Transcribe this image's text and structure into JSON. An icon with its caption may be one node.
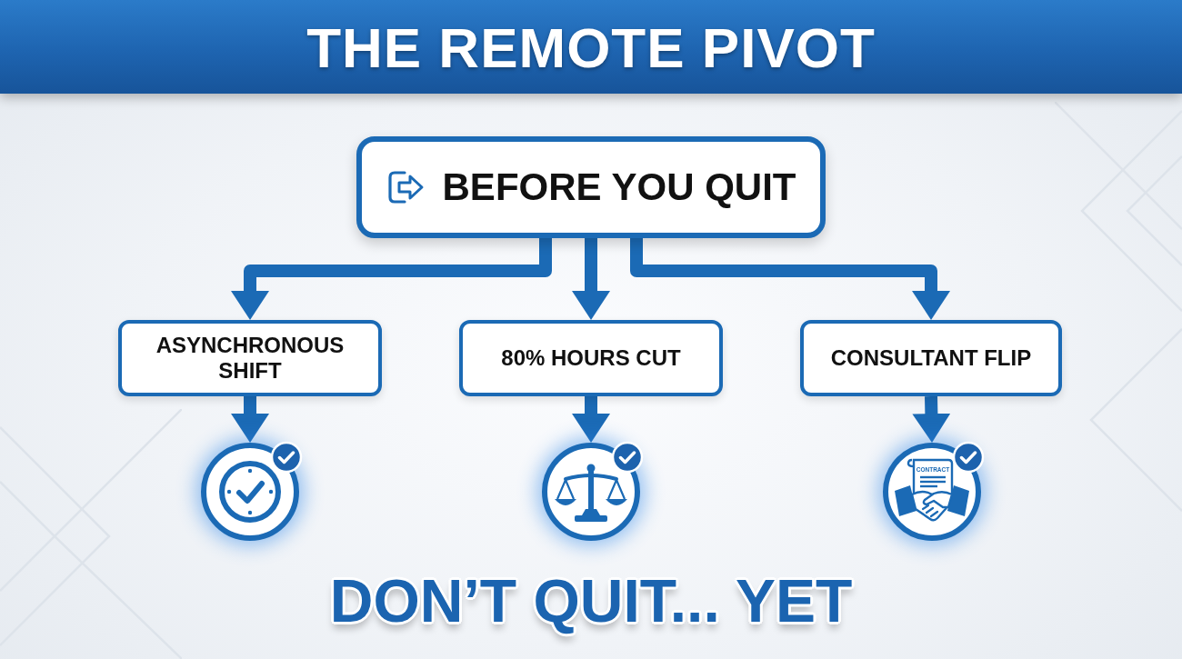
{
  "diagram": {
    "title": "THE REMOTE PIVOT",
    "nodes": [
      {
        "text": [
          "BEFORE YOU QUIT"
        ]
      },
      {
        "text": [
          "ASYNCHRONOUS SHIFT"
        ]
      },
      {
        "text": [
          "80% HOURS CUT"
        ]
      },
      {
        "text": [
          "CONSULTANT FLIP"
        ]
      },
      {
        "text": [],
        "shape": "circle"
      },
      {
        "text": [],
        "shape": "circle"
      },
      {
        "text": [],
        "shape": "circle"
      }
    ],
    "edges": [
      {
        "from": 0,
        "to": 1,
        "arrow": "to"
      },
      {
        "from": 0,
        "to": 2,
        "arrow": "to"
      },
      {
        "from": 0,
        "to": 3,
        "arrow": "to"
      },
      {
        "from": 1,
        "to": 4,
        "arrow": "to"
      },
      {
        "from": 2,
        "to": 5,
        "arrow": "to"
      },
      {
        "from": 3,
        "to": 6,
        "arrow": "to"
      }
    ],
    "labels": [
      "CONTRACT",
      "DON’T QUIT... YET"
    ]
  }
}
